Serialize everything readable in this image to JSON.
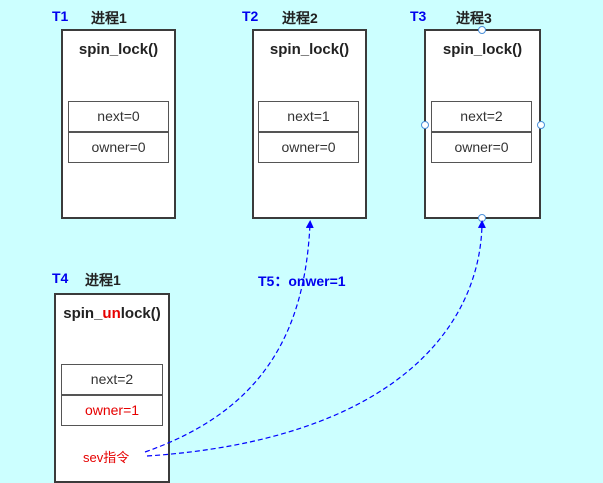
{
  "t1": {
    "time": "T1",
    "process": "进程1",
    "func": "spin_lock()",
    "next": "next=0",
    "owner": "owner=0"
  },
  "t2": {
    "time": "T2",
    "process": "进程2",
    "func": "spin_lock()",
    "next": "next=1",
    "owner": "owner=0"
  },
  "t3": {
    "time": "T3",
    "process": "进程3",
    "func": "spin_lock()",
    "next": "next=2",
    "owner": "owner=0"
  },
  "t4": {
    "time": "T4",
    "process": "进程1",
    "func_prefix": "spin_",
    "func_highlight": "un",
    "func_suffix": "lock()",
    "next": "next=2",
    "owner": "owner=1",
    "sev": "sev指令"
  },
  "t5": {
    "label": "T5：onwer=1"
  },
  "colors": {
    "background": "#ccffff",
    "label_blue": "#0000ee",
    "highlight_red": "#e60000",
    "arrow_blue": "#0000ff"
  }
}
